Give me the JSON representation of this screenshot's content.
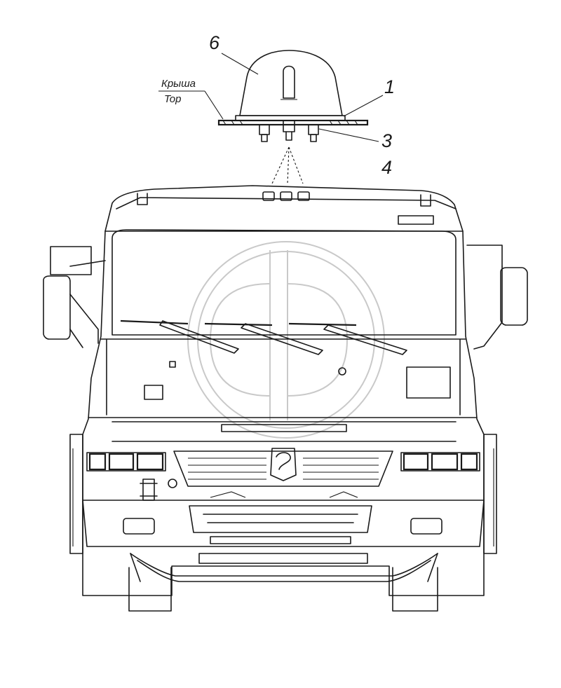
{
  "labels": {
    "roof_ru": "Крыша",
    "roof_en": "Top"
  },
  "callouts": [
    {
      "id": "6",
      "text": "6"
    },
    {
      "id": "1",
      "text": "1"
    },
    {
      "id": "3",
      "text": "3"
    },
    {
      "id": "4",
      "text": "4"
    }
  ],
  "colors": {
    "line": "#1a1a1a",
    "watermark": "#c9c9c9",
    "background": "#ffffff"
  }
}
